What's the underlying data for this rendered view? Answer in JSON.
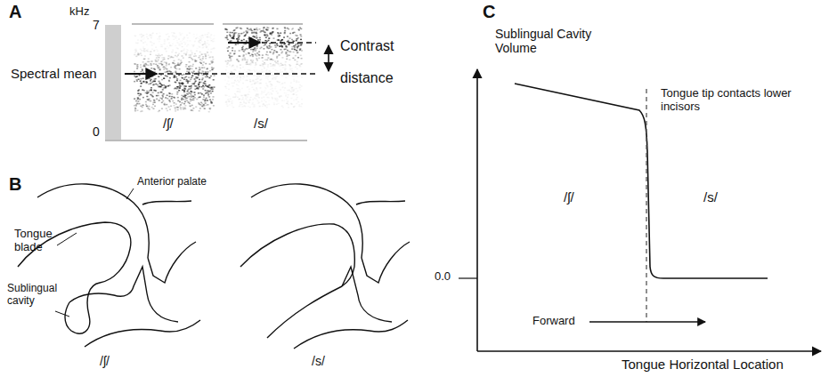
{
  "diagram": {
    "labels": [
      "A",
      "kHz",
      "7",
      "0",
      "Spectral mean",
      "/ʃ/",
      "/s/",
      "Contrast distance",
      "B",
      "Anterior palate",
      "Tongue blade",
      "Sublingual cavity",
      "/ʃ/",
      "/s/",
      "C",
      "Sublingual Cavity Volume",
      "Tongue tip contacts lower incisors",
      "/ʃ/",
      "/s/",
      "0.0",
      "Forward",
      "Tongue Horizontal Location"
    ]
  }
}
